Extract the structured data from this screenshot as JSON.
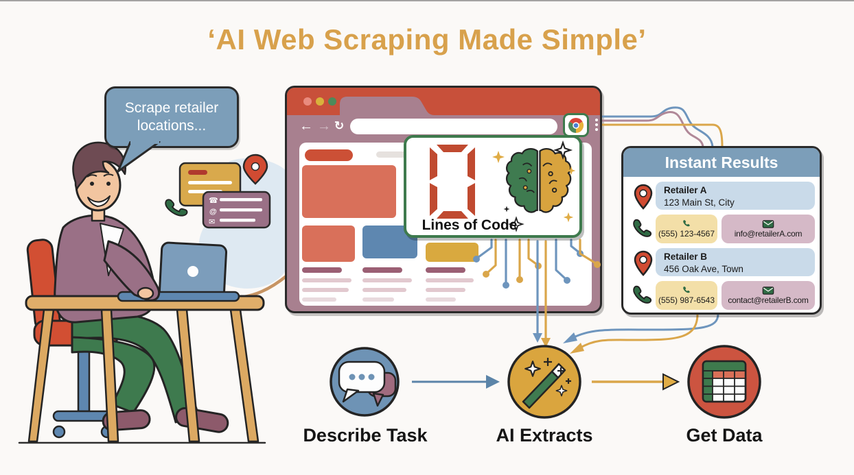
{
  "title": "‘AI Web Scraping Made Simple’",
  "speech_bubble": {
    "text": "Scrape retailer locations..."
  },
  "code_card": {
    "count": "0",
    "label": "Lines of Code"
  },
  "results": {
    "title": "Instant Results",
    "entries": [
      {
        "name": "Retailer A",
        "address": "123 Main St, City",
        "phone": "(555) 123-4567",
        "email": "info@retailerA.com"
      },
      {
        "name": "Retailer B",
        "address": "456 Oak Ave, Town",
        "phone": "(555) 987-6543",
        "email": "contact@retailerB.com"
      }
    ]
  },
  "flow": {
    "steps": [
      {
        "label": "Describe Task",
        "icon": "chat-bubbles-icon"
      },
      {
        "label": "AI Extracts",
        "icon": "magic-wand-icon"
      },
      {
        "label": "Get Data",
        "icon": "data-table-icon"
      }
    ]
  },
  "icon_names": [
    "back-arrow-icon",
    "forward-arrow-icon",
    "reload-icon",
    "chrome-logo-icon",
    "kebab-menu-icon",
    "traffic-light-dots",
    "speech-bubble",
    "location-pin-icon",
    "phone-handset-icon",
    "email-envelope-icon",
    "brain-icon",
    "sparkle-icon",
    "chat-bubbles-icon",
    "magic-wand-icon",
    "data-table-icon",
    "circuit-traces",
    "seven-segment-zero"
  ],
  "colors": {
    "title_gold": "#D8A14C",
    "speech_bubble_blue": "#7C9EB9",
    "browser_header_red": "#C8503A",
    "browser_frame_mauve": "#A8808F",
    "card_border_green": "#3E7A4D",
    "segment_red": "#C04A30",
    "results_header_blue": "#7C9EB9",
    "address_box_blue": "#C9DAE9",
    "phone_box_yellow": "#F3DFA8",
    "email_box_pink": "#D5B9C7",
    "accent_blue": "#6E93B5",
    "accent_gold": "#DAA53E",
    "accent_red": "#CC5440",
    "accent_green": "#2F6B44"
  }
}
